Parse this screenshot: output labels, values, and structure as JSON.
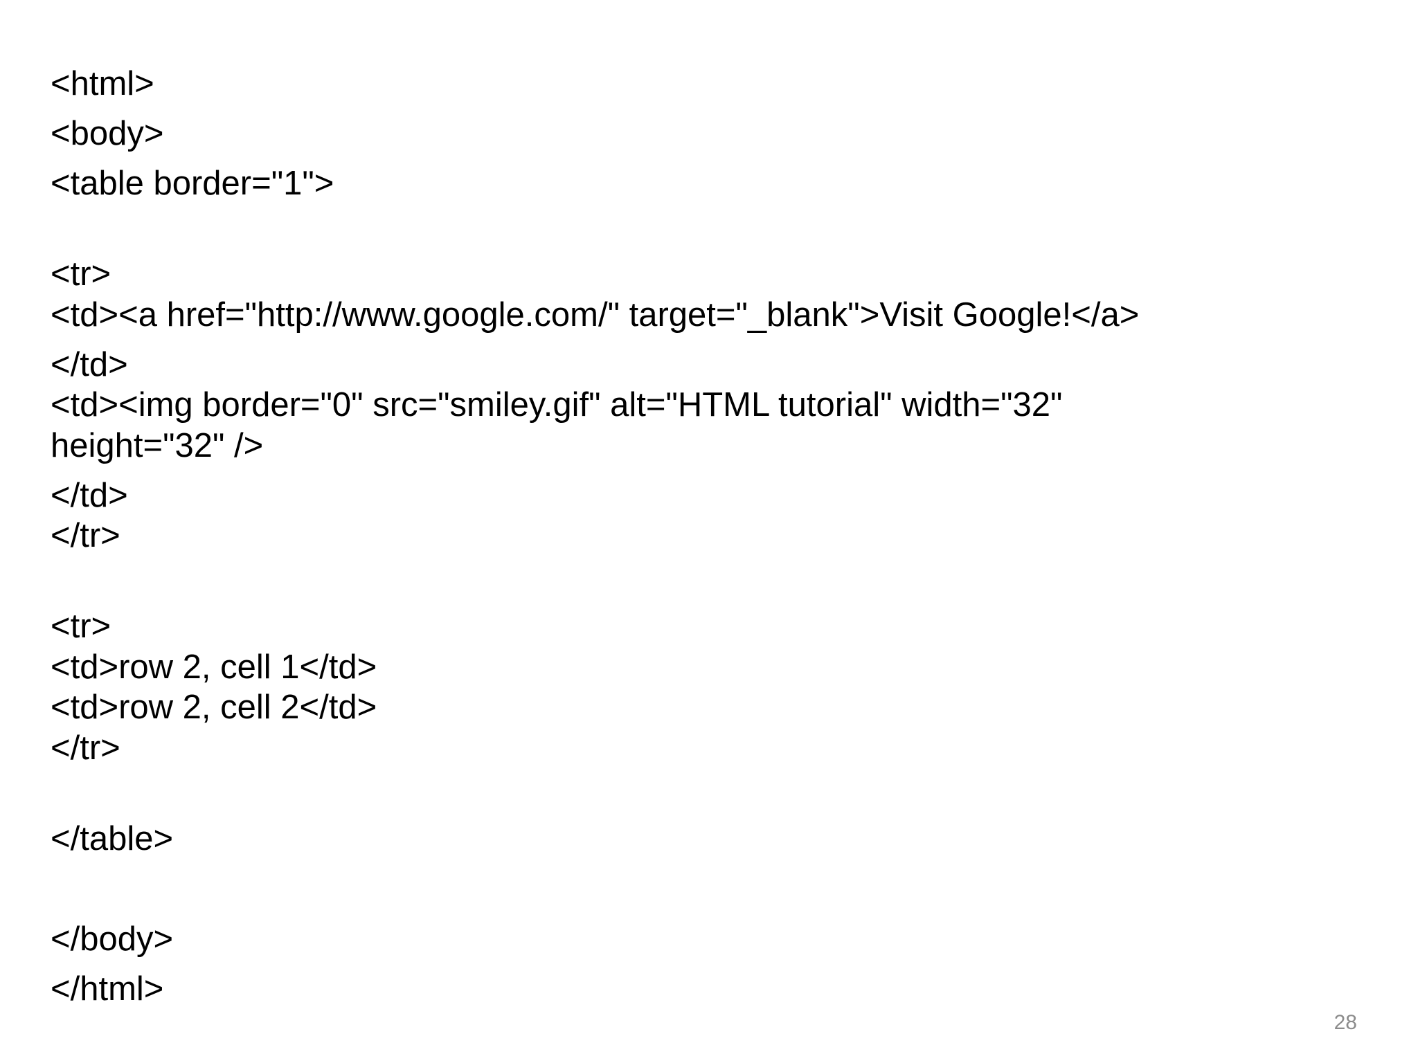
{
  "slide": {
    "lines": [
      "<html>",
      "<body>",
      "<table border=\"1\">",
      "<tr>",
      "<td><a href=\"http://www.google.com/\" target=\"_blank\">Visit Google!</a>",
      "</td>",
      "<td><img border=\"0\" src=\"smiley.gif\" alt=\"HTML tutorial\" width=\"32\"",
      "height=\"32\" />",
      "</td>",
      "</tr>",
      "<tr>",
      "<td>row 2, cell 1</td>",
      "<td>row 2, cell 2</td>",
      "</tr>",
      "</table>",
      "</body>",
      "</html>"
    ],
    "page_number": "28"
  }
}
